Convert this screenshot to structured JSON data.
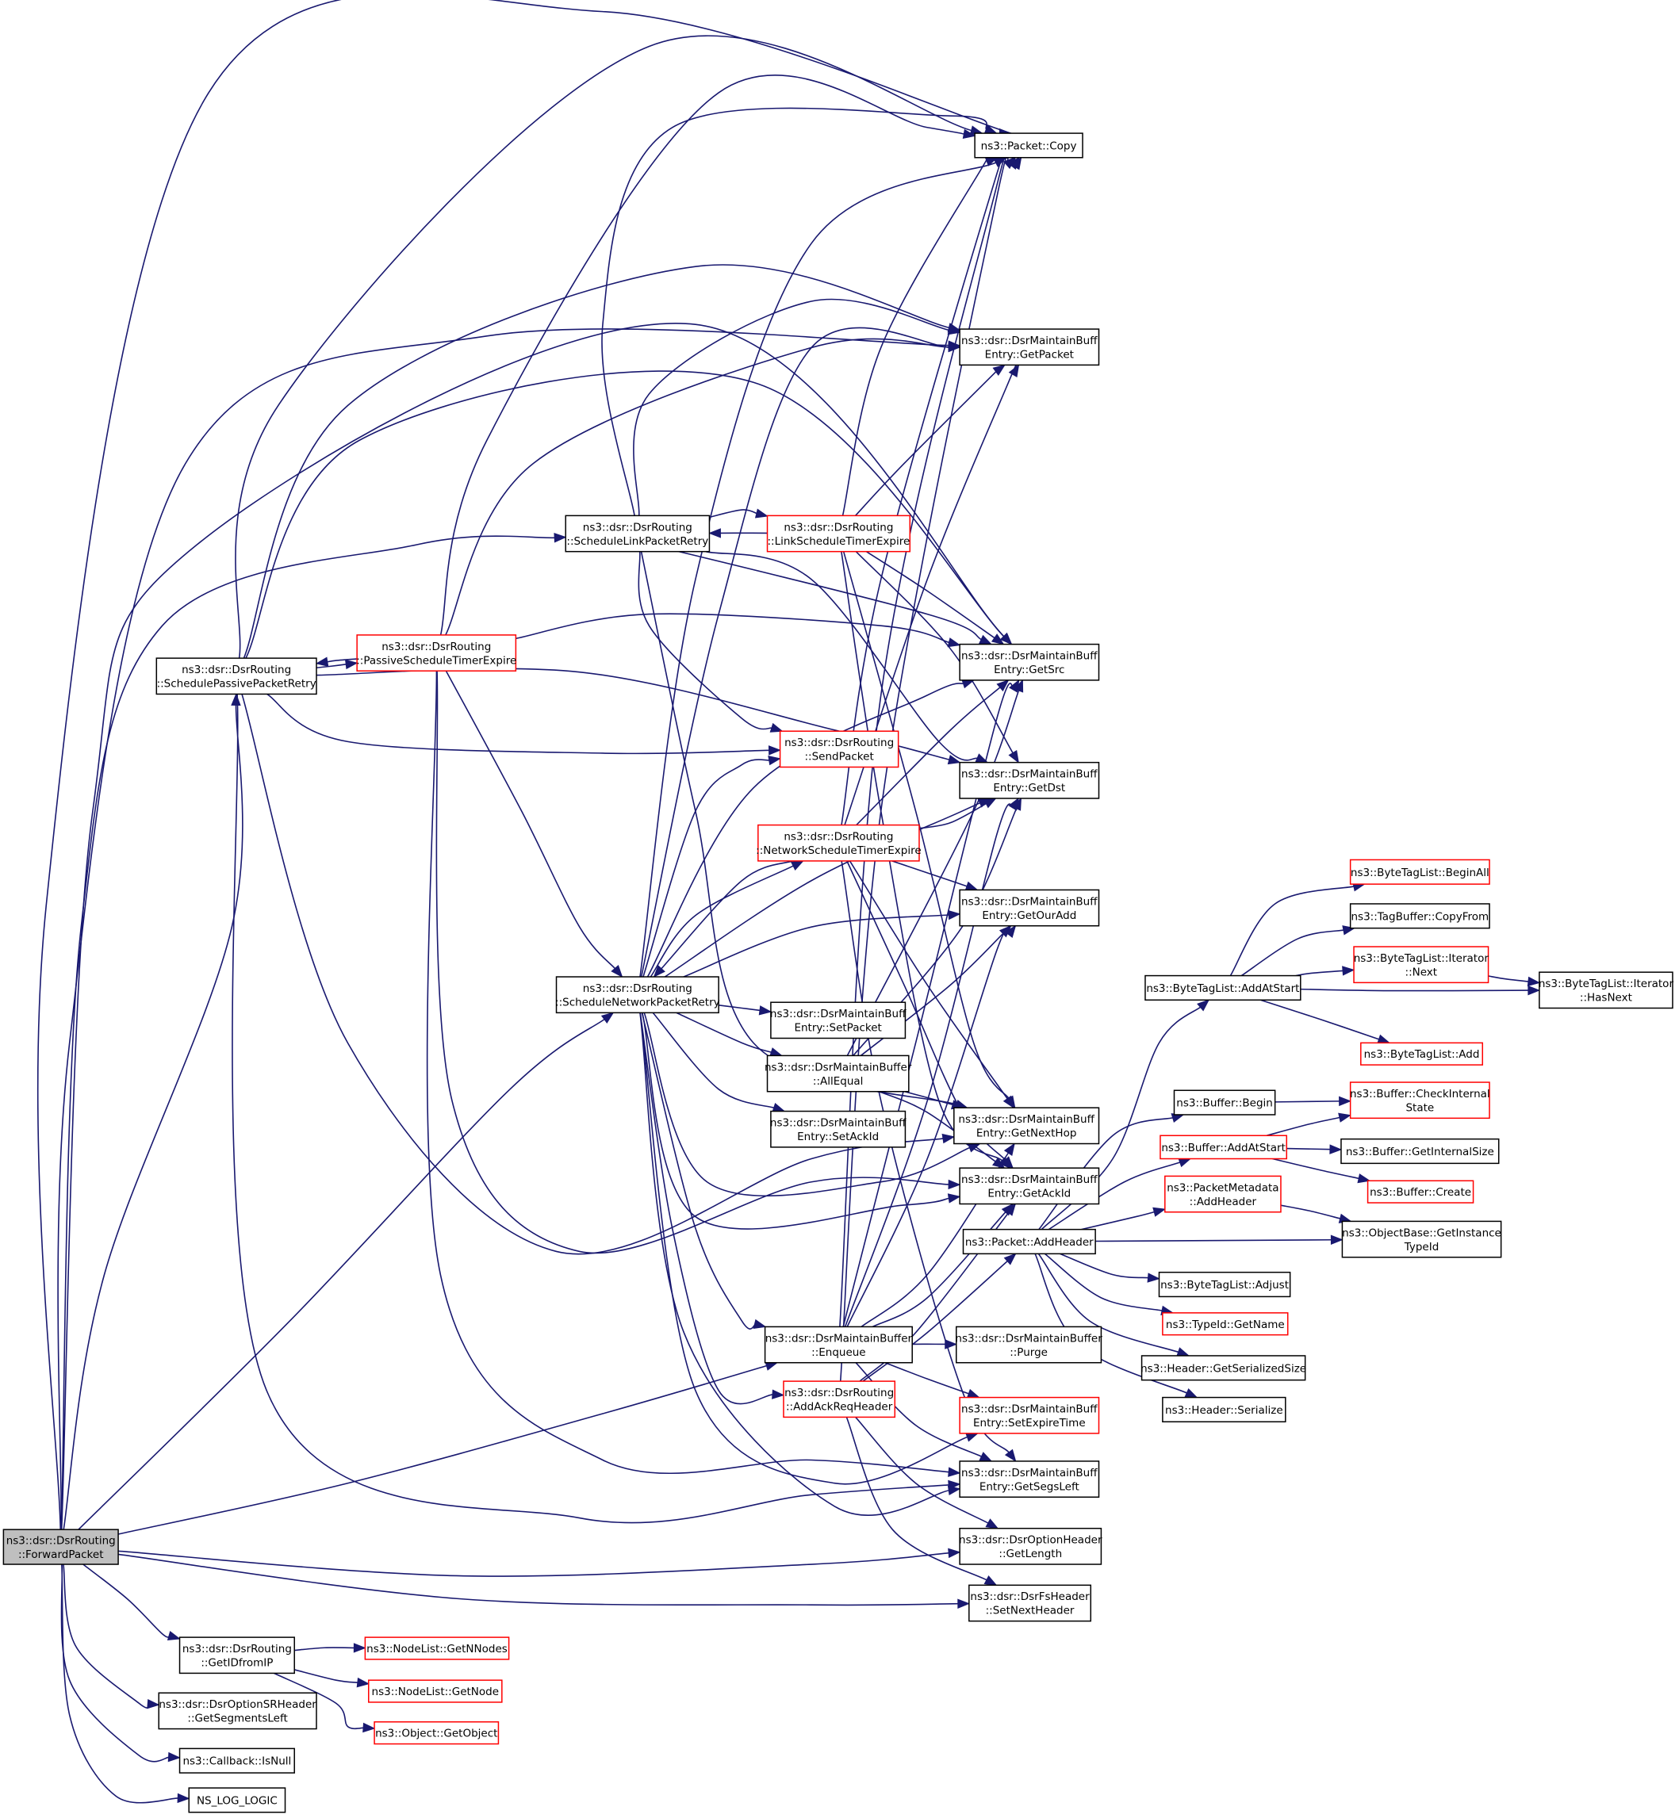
{
  "colors": {
    "edge": "#191970",
    "root_fill": "#bfbfbf",
    "normal_border": "#000000",
    "truncated_border": "#ff0000",
    "node_fill": "#ffffff"
  },
  "nodes": [
    {
      "id": "forward",
      "lines": [
        "ns3::dsr::DsrRouting",
        "::ForwardPacket"
      ],
      "style": "root"
    },
    {
      "id": "schedpass",
      "lines": [
        "ns3::dsr::DsrRouting",
        "::SchedulePassivePacketRetry"
      ],
      "style": "normal"
    },
    {
      "id": "passexp",
      "lines": [
        "ns3::dsr::DsrRouting",
        "::PassiveScheduleTimerExpire"
      ],
      "style": "truncated"
    },
    {
      "id": "schedlink",
      "lines": [
        "ns3::dsr::DsrRouting",
        "::ScheduleLinkPacketRetry"
      ],
      "style": "normal"
    },
    {
      "id": "linkexp",
      "lines": [
        "ns3::dsr::DsrRouting",
        "::LinkScheduleTimerExpire"
      ],
      "style": "truncated"
    },
    {
      "id": "schednet",
      "lines": [
        "ns3::dsr::DsrRouting",
        "::ScheduleNetworkPacketRetry"
      ],
      "style": "normal"
    },
    {
      "id": "netexp",
      "lines": [
        "ns3::dsr::DsrRouting",
        "::NetworkScheduleTimerExpire"
      ],
      "style": "truncated"
    },
    {
      "id": "sendpkt",
      "lines": [
        "ns3::dsr::DsrRouting",
        "::SendPacket"
      ],
      "style": "truncated"
    },
    {
      "id": "copy",
      "lines": [
        "ns3::Packet::Copy"
      ],
      "style": "normal"
    },
    {
      "id": "getpacket",
      "lines": [
        "ns3::dsr::DsrMaintainBuff",
        "Entry::GetPacket"
      ],
      "style": "normal"
    },
    {
      "id": "getsrc",
      "lines": [
        "ns3::dsr::DsrMaintainBuff",
        "Entry::GetSrc"
      ],
      "style": "normal"
    },
    {
      "id": "getdst",
      "lines": [
        "ns3::dsr::DsrMaintainBuff",
        "Entry::GetDst"
      ],
      "style": "normal"
    },
    {
      "id": "getouradd",
      "lines": [
        "ns3::dsr::DsrMaintainBuff",
        "Entry::GetOurAdd"
      ],
      "style": "normal"
    },
    {
      "id": "setpacket",
      "lines": [
        "ns3::dsr::DsrMaintainBuff",
        "Entry::SetPacket"
      ],
      "style": "normal"
    },
    {
      "id": "allequal",
      "lines": [
        "ns3::dsr::DsrMaintainBuffer",
        "::AllEqual"
      ],
      "style": "normal"
    },
    {
      "id": "setackid",
      "lines": [
        "ns3::dsr::DsrMaintainBuff",
        "Entry::SetAckId"
      ],
      "style": "normal"
    },
    {
      "id": "getnexthop",
      "lines": [
        "ns3::dsr::DsrMaintainBuff",
        "Entry::GetNextHop"
      ],
      "style": "normal"
    },
    {
      "id": "getackid",
      "lines": [
        "ns3::dsr::DsrMaintainBuff",
        "Entry::GetAckId"
      ],
      "style": "normal"
    },
    {
      "id": "addheader",
      "lines": [
        "ns3::Packet::AddHeader"
      ],
      "style": "normal"
    },
    {
      "id": "enqueue",
      "lines": [
        "ns3::dsr::DsrMaintainBuffer",
        "::Enqueue"
      ],
      "style": "normal"
    },
    {
      "id": "purge",
      "lines": [
        "ns3::dsr::DsrMaintainBuffer",
        "::Purge"
      ],
      "style": "normal"
    },
    {
      "id": "addackreq",
      "lines": [
        "ns3::dsr::DsrRouting",
        "::AddAckReqHeader"
      ],
      "style": "truncated"
    },
    {
      "id": "setexpire",
      "lines": [
        "ns3::dsr::DsrMaintainBuff",
        "Entry::SetExpireTime"
      ],
      "style": "truncated"
    },
    {
      "id": "getsegs",
      "lines": [
        "ns3::dsr::DsrMaintainBuff",
        "Entry::GetSegsLeft"
      ],
      "style": "normal"
    },
    {
      "id": "optlen",
      "lines": [
        "ns3::dsr::DsrOptionHeader",
        "::GetLength"
      ],
      "style": "normal"
    },
    {
      "id": "fsnext",
      "lines": [
        "ns3::dsr::DsrFsHeader",
        "::SetNextHeader"
      ],
      "style": "normal"
    },
    {
      "id": "getid",
      "lines": [
        "ns3::dsr::DsrRouting",
        "::GetIDfromIP"
      ],
      "style": "normal"
    },
    {
      "id": "srsegs",
      "lines": [
        "ns3::dsr::DsrOptionSRHeader",
        "::GetSegmentsLeft"
      ],
      "style": "normal"
    },
    {
      "id": "isnull",
      "lines": [
        "ns3::Callback::IsNull"
      ],
      "style": "normal"
    },
    {
      "id": "nslog",
      "lines": [
        "NS_LOG_LOGIC"
      ],
      "style": "normal"
    },
    {
      "id": "getnnodes",
      "lines": [
        "ns3::NodeList::GetNNodes"
      ],
      "style": "truncated"
    },
    {
      "id": "getnode",
      "lines": [
        "ns3::NodeList::GetNode"
      ],
      "style": "truncated"
    },
    {
      "id": "getobject",
      "lines": [
        "ns3::Object::GetObject"
      ],
      "style": "truncated"
    },
    {
      "id": "btaddatstart",
      "lines": [
        "ns3::ByteTagList::AddAtStart"
      ],
      "style": "normal"
    },
    {
      "id": "btbeginall",
      "lines": [
        "ns3::ByteTagList::BeginAll"
      ],
      "style": "truncated"
    },
    {
      "id": "tbcopyfrom",
      "lines": [
        "ns3::TagBuffer::CopyFrom"
      ],
      "style": "normal"
    },
    {
      "id": "btitnext",
      "lines": [
        "ns3::ByteTagList::Iterator",
        "::Next"
      ],
      "style": "truncated"
    },
    {
      "id": "btithasnext",
      "lines": [
        "ns3::ByteTagList::Iterator",
        "::HasNext"
      ],
      "style": "normal"
    },
    {
      "id": "btadd",
      "lines": [
        "ns3::ByteTagList::Add"
      ],
      "style": "truncated"
    },
    {
      "id": "bufbegin",
      "lines": [
        "ns3::Buffer::Begin"
      ],
      "style": "normal"
    },
    {
      "id": "bufcheck",
      "lines": [
        "ns3::Buffer::CheckInternal",
        "State"
      ],
      "style": "truncated"
    },
    {
      "id": "bufaddat",
      "lines": [
        "ns3::Buffer::AddAtStart"
      ],
      "style": "truncated"
    },
    {
      "id": "bufintsize",
      "lines": [
        "ns3::Buffer::GetInternalSize"
      ],
      "style": "normal"
    },
    {
      "id": "bufcreate",
      "lines": [
        "ns3::Buffer::Create"
      ],
      "style": "truncated"
    },
    {
      "id": "pmaddheader",
      "lines": [
        "ns3::PacketMetadata",
        "::AddHeader"
      ],
      "style": "truncated"
    },
    {
      "id": "obtypeid",
      "lines": [
        "ns3::ObjectBase::GetInstance",
        "TypeId"
      ],
      "style": "normal"
    },
    {
      "id": "btadjust",
      "lines": [
        "ns3::ByteTagList::Adjust"
      ],
      "style": "normal"
    },
    {
      "id": "typename",
      "lines": [
        "ns3::TypeId::GetName"
      ],
      "style": "truncated"
    },
    {
      "id": "hdrsize",
      "lines": [
        "ns3::Header::GetSerializedSize"
      ],
      "style": "normal"
    },
    {
      "id": "hdrser",
      "lines": [
        "ns3::Header::Serialize"
      ],
      "style": "normal"
    }
  ]
}
